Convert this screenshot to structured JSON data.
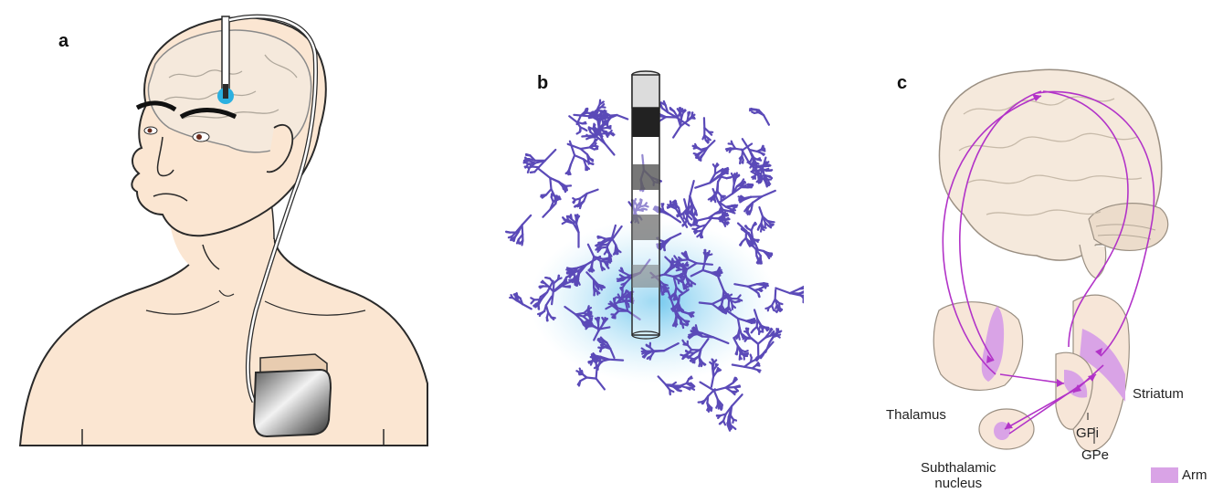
{
  "panels": {
    "a": {
      "label": "a"
    },
    "b": {
      "label": "b"
    },
    "c": {
      "label": "c",
      "structures": {
        "thalamus": "Thalamus",
        "striatum": "Striatum",
        "gpi": "GPi",
        "gpe": "GPe",
        "stn_line1": "Subthalamic",
        "stn_line2": "nucleus"
      },
      "legend": {
        "label": "Arm"
      }
    }
  },
  "colors": {
    "skin": "#fbe6d2",
    "skin_outline": "#2a2a2a",
    "brain": "#f5e9dc",
    "electrode_contact": "#2bb0e0",
    "neurons": "#5b4ab8",
    "field": "#9fd4f0",
    "arm_region": "#d9a3e6",
    "pathway": "#b233c8",
    "basal_ganglia": "#f7e6d8"
  }
}
